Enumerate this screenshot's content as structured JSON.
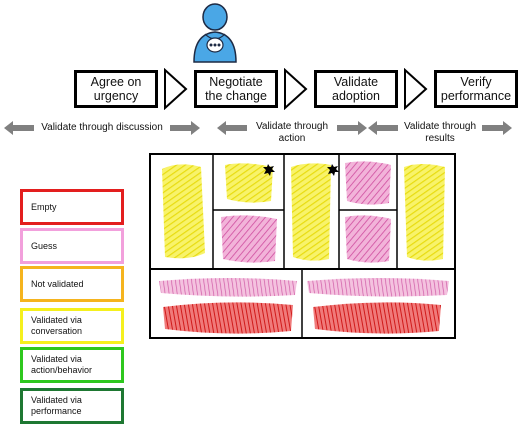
{
  "stages": [
    {
      "label": "Agree on\nurgency"
    },
    {
      "label": "Negotiate\nthe change"
    },
    {
      "label": "Validate\nadoption"
    },
    {
      "label": "Verify\nperformance"
    }
  ],
  "validation_labels": [
    {
      "label": "Validate through discussion"
    },
    {
      "label": "Validate through\naction"
    },
    {
      "label": "Validate through\nresults"
    }
  ],
  "legend": [
    {
      "label": "Empty",
      "color": "#e31e1e"
    },
    {
      "label": "Guess",
      "color": "#f2a0dc"
    },
    {
      "label": "Not validated",
      "color": "#f5b41e"
    },
    {
      "label": "Validated via\nconversation",
      "color": "#f5f01e"
    },
    {
      "label": "Validated via\naction/behavior",
      "color": "#2ec81e"
    },
    {
      "label": "Validated via\nperformance",
      "color": "#1e7832"
    }
  ],
  "colors": {
    "yellow": "#f5ee1a",
    "pink": "#d95caa",
    "red": "#dd2020",
    "person_blue": "#4aa7e6",
    "arrow_gray": "#808080"
  }
}
